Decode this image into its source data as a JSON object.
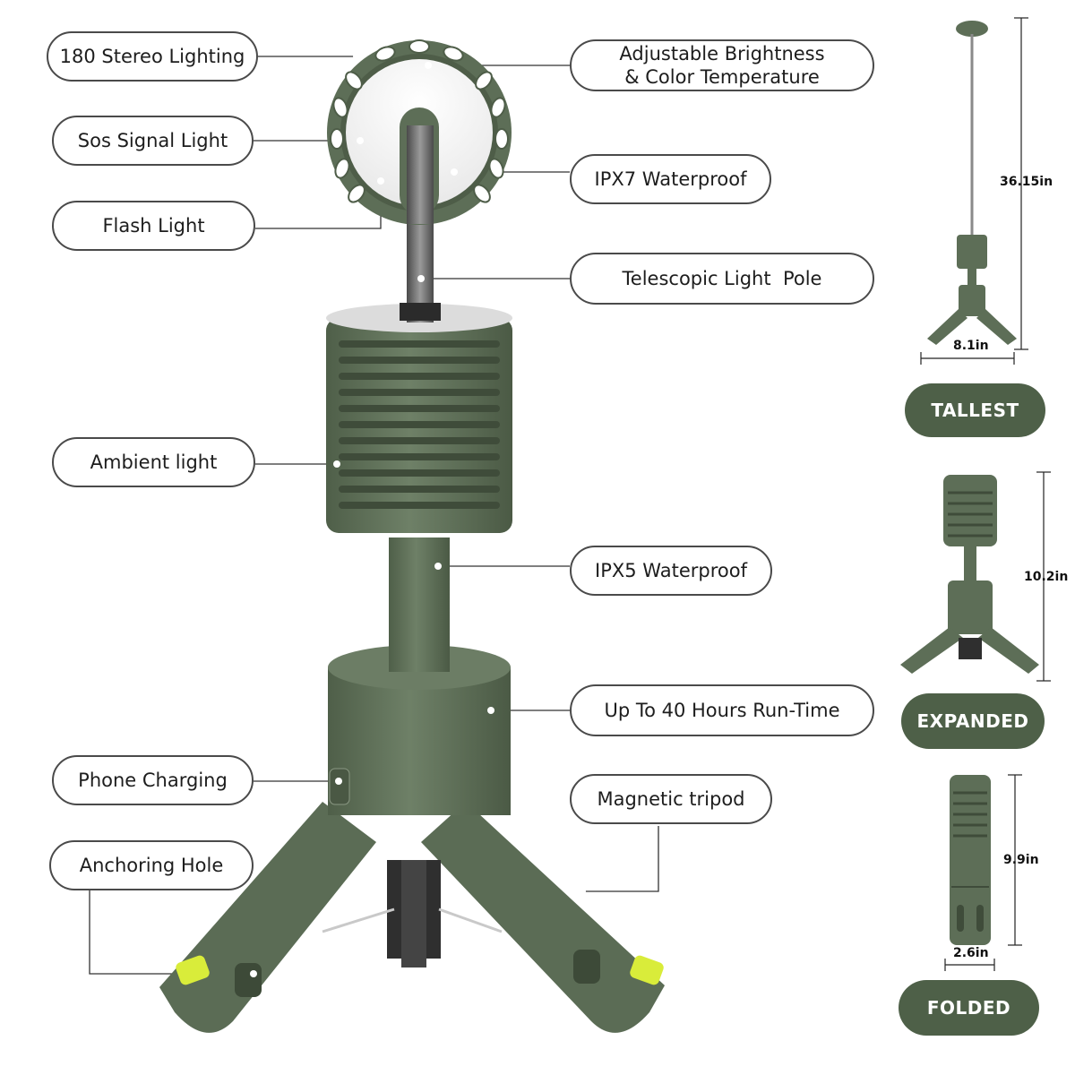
{
  "callouts": {
    "stereo_lighting": "180 Stereo Lighting",
    "sos_signal": "Sos Signal Light",
    "flash_light": "Flash Light",
    "brightness_line1": "Adjustable Brightness",
    "brightness_line2": "& Color Temperature",
    "ipx7": "IPX7 Waterproof",
    "telescopic_pole": "Telescopic Light  Pole",
    "ambient_light": "Ambient light",
    "ipx5": "IPX5 Waterproof",
    "run_time": "Up To 40 Hours Run-Time",
    "phone_charging": "Phone Charging",
    "magnetic_tripod": "Magnetic tripod",
    "anchoring_hole": "Anchoring Hole"
  },
  "modes": {
    "tallest": {
      "label": "TALLEST",
      "height": "36.15in",
      "width": "8.1in"
    },
    "expanded": {
      "label": "EXPANDED",
      "height": "10.2in"
    },
    "folded": {
      "label": "FOLDED",
      "height": "9.9in",
      "width": "2.6in"
    }
  },
  "colors": {
    "body_green": "#5d6e57",
    "badge_green": "#4e6048",
    "pole_gray": "#6c6c6c",
    "accent_yellow": "#d9ec3a"
  }
}
